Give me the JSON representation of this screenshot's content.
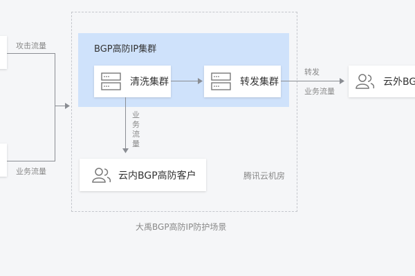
{
  "left": {
    "attack_label": "攻击流量",
    "business_label": "业务流量"
  },
  "scene": {
    "title": "大禹BGP高防IP防护场景",
    "datacenter_label": "腾讯云机房"
  },
  "cluster_group": {
    "title": "BGP高防IP集群",
    "color": "#cfe2fb"
  },
  "cleaning": {
    "label": "清洗集群",
    "icon": "server-icon"
  },
  "forwarding": {
    "label": "转发集群",
    "icon": "server-icon"
  },
  "forward_edge": {
    "top_label": "转发",
    "bottom_label": "业务流量"
  },
  "vertical_edge": {
    "label": [
      "业",
      "务",
      "流",
      "量"
    ]
  },
  "inside_customer": {
    "label": "云内BGP高防客户",
    "icon": "users-icon"
  },
  "outside_customer": {
    "label": "云外BGP",
    "icon": "users-icon"
  }
}
